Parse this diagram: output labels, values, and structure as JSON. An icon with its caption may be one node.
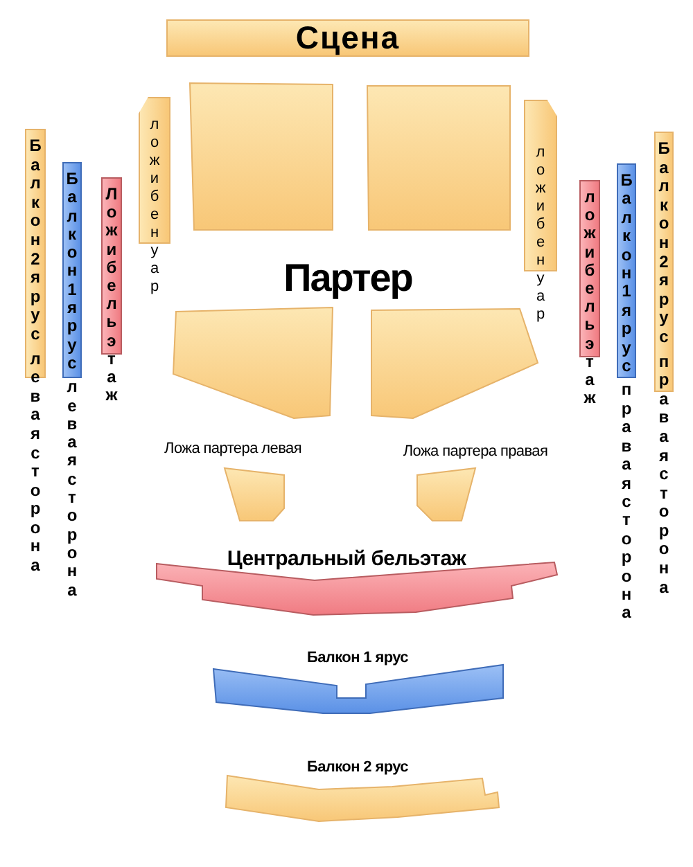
{
  "diagram": {
    "nodes": [
      {
        "text": [
          "Сцена"
        ]
      },
      {
        "text": [],
        "shape": "box"
      },
      {
        "text": [],
        "shape": "box"
      },
      {
        "text": [
          "ложи бенуар"
        ]
      },
      {
        "text": [
          "ложи бенуар"
        ]
      },
      {
        "text": [
          "Балкон 2 ярус",
          "левая сторона"
        ]
      },
      {
        "text": [
          "Балкон 1 ярус",
          "левая сторона"
        ]
      },
      {
        "text": [
          "Ложи бельэтаж"
        ]
      },
      {
        "text": [
          "ложи бельэтаж"
        ]
      },
      {
        "text": [
          "Балкон 1 ярус",
          "правая сторона"
        ]
      },
      {
        "text": [
          "Балкон 2 ярус",
          "правая сторона"
        ]
      },
      {
        "text": [],
        "shape": "box"
      },
      {
        "text": [],
        "shape": "box"
      },
      {
        "text": [
          "Ложа партера левая"
        ]
      },
      {
        "text": [
          "Ложа партера правая"
        ]
      },
      {
        "text": [
          "Центральный бельэтаж"
        ]
      },
      {
        "text": [
          "Балкон 1 ярус"
        ]
      },
      {
        "text": [
          "Балкон 2 ярус"
        ]
      }
    ],
    "labels": [
      "Партер"
    ]
  }
}
